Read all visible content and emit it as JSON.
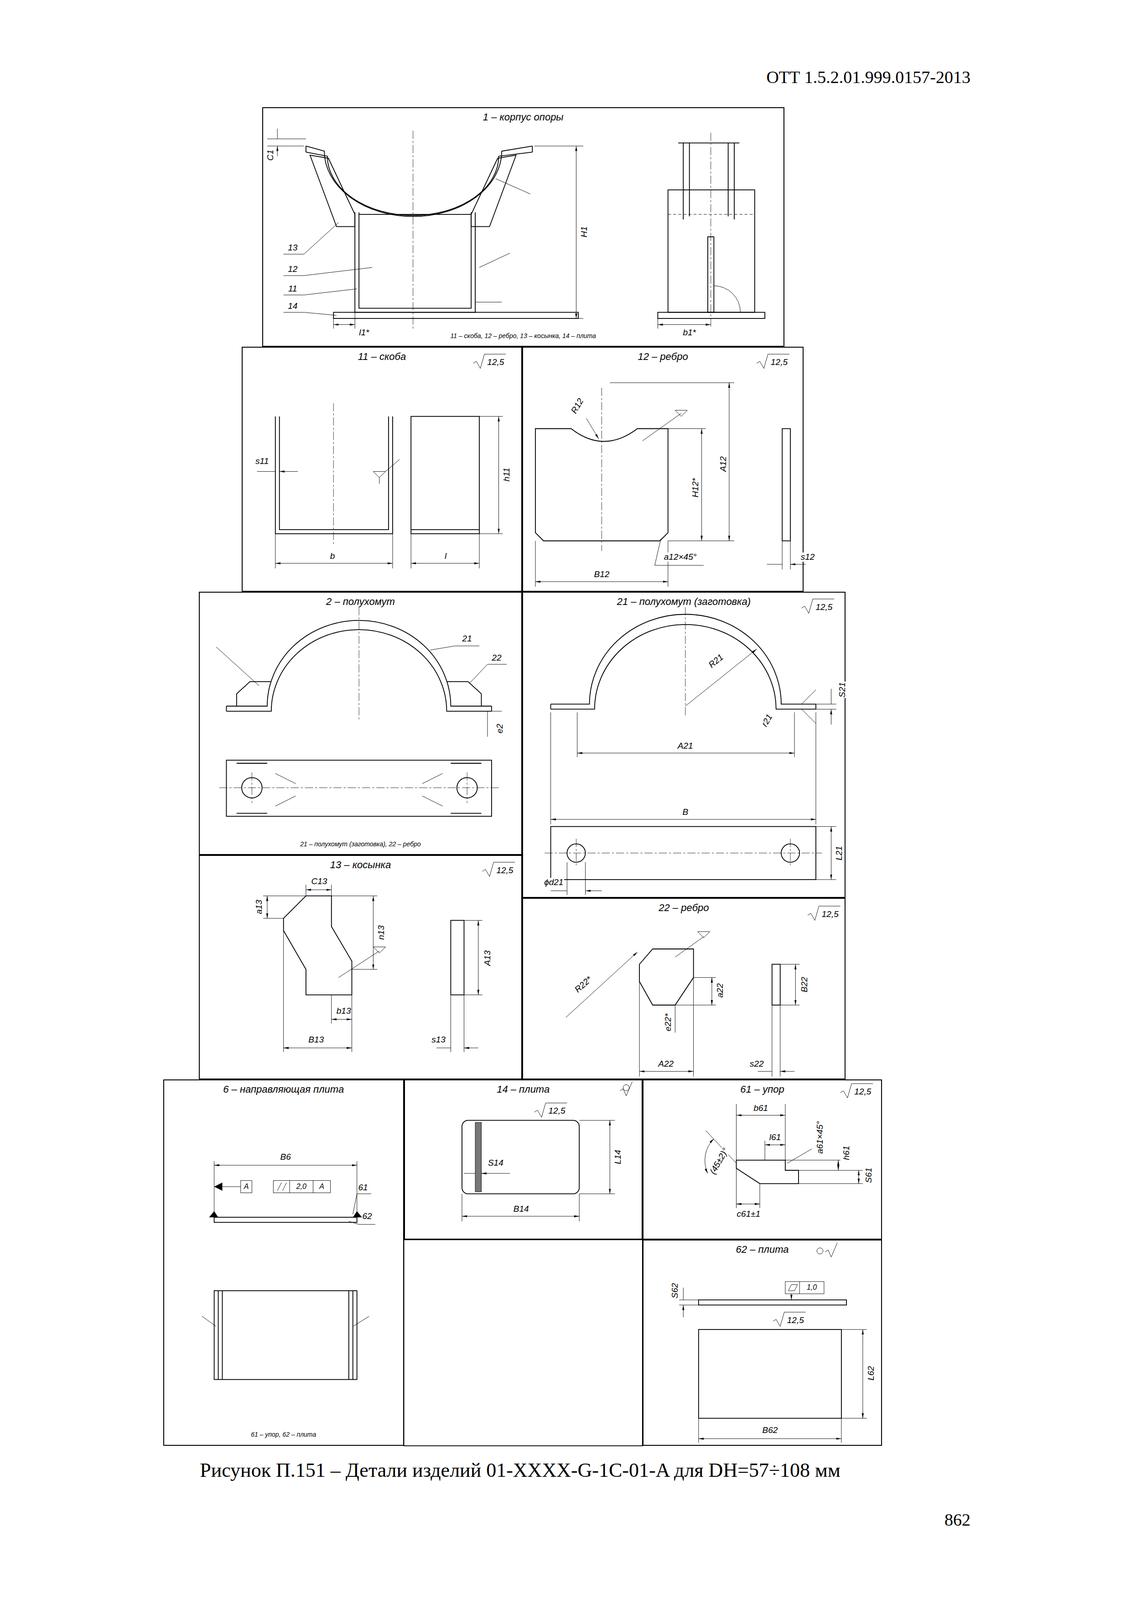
{
  "diagram": {
    "caption": "Рисунок П.151 – Детали изделий 01-XXXX-G-1C-01-A для DН=57÷108 мм",
    "nodes": [
      {
        "text": [
          "1 – корпус опоры",
          "11 – скоба, 12 – ребро, 13 – косынка, 14 – плита"
        ]
      },
      {
        "text": [
          "11 – скоба"
        ]
      },
      {
        "text": [
          "12 – ребро"
        ]
      },
      {
        "text": [
          "2 – полухомут",
          "21 – полухомут (заготовка), 22 – ребро"
        ]
      },
      {
        "text": [
          "21 – полухомут (заготовка)"
        ]
      },
      {
        "text": [
          "13 – косынка"
        ]
      },
      {
        "text": [
          "22 – ребро"
        ]
      },
      {
        "text": [
          "6 – направляющая плита",
          "61 – упор, 62 – плита"
        ]
      },
      {
        "text": [
          "14 – плита"
        ]
      },
      {
        "text": [
          "61 – упор"
        ]
      },
      {
        "text": [
          "62 – плита"
        ]
      }
    ],
    "labels": [
      "ОТТ 1.5.2.01.999.0157-2013",
      "C1",
      "H1",
      "13",
      "12",
      "11",
      "14",
      "l1*",
      "b1*",
      "12,5",
      "s11",
      "h11",
      "b",
      "l",
      "12,5",
      "R12",
      "A12",
      "H12*",
      "a12×45°",
      "B12",
      "s12",
      "21",
      "22",
      "e2",
      "12,5",
      "R21",
      "r21",
      "S21",
      "A21",
      "B",
      "L21",
      "ϕd21",
      "12,5",
      "C13",
      "a13",
      "n13",
      "b13",
      "B13",
      "s13",
      "A13",
      "12,5",
      "R22*",
      "a22",
      "e22*",
      "A22",
      "s22",
      "B22",
      "B6",
      "A",
      "2,0",
      "A",
      "61",
      "62",
      "12,5",
      "S14",
      "L14",
      "B14",
      "12,5",
      "b61",
      "l61",
      "a61×45°",
      "h61",
      "S61",
      "(45±2)°",
      "c61±1",
      "1,0",
      "S62",
      "12,5",
      "L62",
      "B62",
      "862"
    ]
  }
}
